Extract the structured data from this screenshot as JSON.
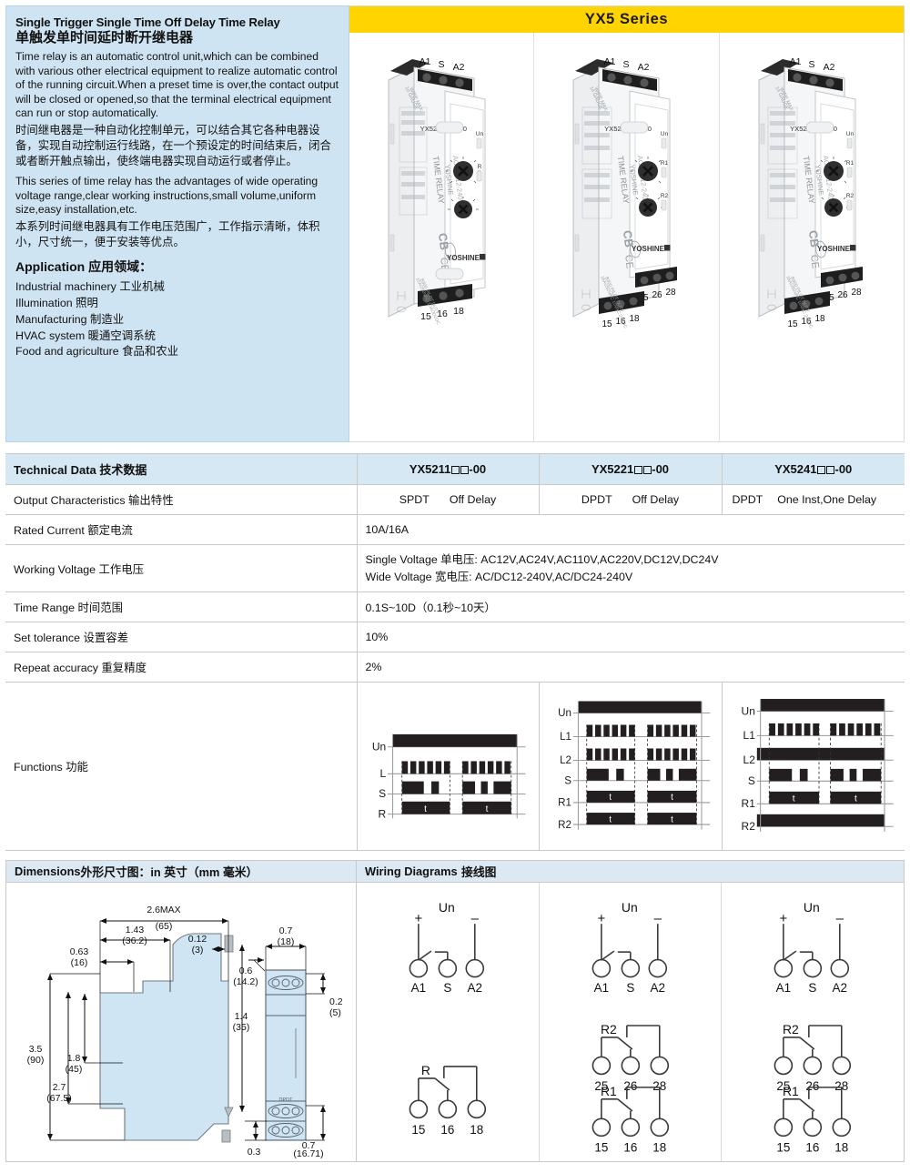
{
  "intro": {
    "title_en": "Single Trigger Single Time Off Delay Time Relay",
    "title_cn": "单触发单时间延时断开继电器",
    "para1_en": "Time relay is an automatic control unit,which can be combined with various other electrical equipment to realize automatic control of the running circuit.When a preset time is over,the contact output will be closed or opened,so that the terminal electrical equipment can run or stop automatically.",
    "para1_cn": "时间继电器是一种自动化控制单元，可以结合其它各种电器设备，实现自动控制运行线路，在一个预设定的时间结束后，闭合或者断开触点输出，使终端电器实现自动运行或者停止。",
    "para2_en": "This series of time relay has the advantages of wide operating voltage range,clear working instructions,small volume,uniform size,easy installation,etc.",
    "para2_cn": "本系列时间继电器具有工作电压范围广，工作指示清晰，体积小，尺寸统一，便于安装等优点。",
    "application_heading": "Application 应用领域：",
    "applications": [
      "Industrial machinery 工业机械",
      "Illumination 照明",
      "Manufacturing 制造业",
      "HVAC system 暖通空调系统",
      "Food and agriculture 食品和农业"
    ]
  },
  "series": {
    "label": "YX5 Series",
    "banner_color": "#ffd400"
  },
  "products": [
    {
      "model": "YX5211H00-00",
      "brand": "YOSHINE",
      "side_text": "TIME RELAY",
      "voltage_text": "AC/DC 12-240V",
      "rating_text": "10A/250VAC 10A/30VDC",
      "duty_text": "B300 PILOT DUTY",
      "wire_text": "14 GAUGE WIRE MAX",
      "cert_text": "CB CE",
      "top_terminals": [
        "A1",
        "S",
        "A2"
      ],
      "bottom_terminals": [
        "15",
        "16",
        "18"
      ],
      "mid_terminals": [],
      "leds": [
        "Un",
        "R"
      ]
    },
    {
      "model": "YX5221H00-00",
      "brand": "YOSHINE",
      "side_text": "TIME RELAY",
      "voltage_text": "AC/DC 12-240V",
      "rating_text": "16A/250VAC 10VAC 24VDC",
      "duty_text": "B300 PILOT DUTY",
      "wire_text": "14 GAUGE WIRE MAX",
      "cert_text": "CB CE",
      "top_terminals": [
        "A1",
        "S",
        "A2"
      ],
      "bottom_terminals": [
        "15",
        "16",
        "18"
      ],
      "mid_terminals": [
        "25",
        "26",
        "28"
      ],
      "leds": [
        "Un",
        "R1",
        "R2"
      ]
    },
    {
      "model": "YX5241H00-00",
      "brand": "YOSHINE",
      "side_text": "TIME RELAY",
      "voltage_text": "AC/DC 12-240V",
      "rating_text": "16A/250VAC 10VAC 24VDC",
      "duty_text": "B300 PILOT DUTY",
      "wire_text": "14 GAUGE WIRE MAX",
      "cert_text": "CB CE",
      "top_terminals": [
        "A1",
        "S",
        "A2"
      ],
      "bottom_terminals": [
        "15",
        "16",
        "18"
      ],
      "mid_terminals": [
        "25",
        "26",
        "28"
      ],
      "leds": [
        "Un",
        "R1",
        "R2"
      ]
    }
  ],
  "tech_table": {
    "header": {
      "caption": "Technical Data 技术数据",
      "models": [
        {
          "prefix": "YX5211",
          "suffix": "-00"
        },
        {
          "prefix": "YX5221",
          "suffix": "-00"
        },
        {
          "prefix": "YX5241",
          "suffix": "-00"
        }
      ]
    },
    "rows": [
      {
        "label": "Output Characteristics 输出特性",
        "type": "percol",
        "cells": [
          {
            "a": "SPDT",
            "b": "Off Delay"
          },
          {
            "a": "DPDT",
            "b": "Off Delay"
          },
          {
            "a": "DPDT",
            "b": "One Inst,One Delay"
          }
        ]
      },
      {
        "label": "Rated Current 额定电流",
        "type": "span",
        "value": "10A/16A"
      },
      {
        "label": "Working Voltage 工作电压",
        "type": "span2",
        "line1": "Single Voltage 单电压: AC12V,AC24V,AC110V,AC220V,DC12V,DC24V",
        "line2": "Wide Voltage 宽电压: AC/DC12-240V,AC/DC24-240V"
      },
      {
        "label": "Time Range 时间范围",
        "type": "span",
        "value": "0.1S~10D（0.1秒~10天）"
      },
      {
        "label": "Set tolerance 设置容差",
        "type": "span",
        "value": "10%"
      },
      {
        "label": "Repeat accuracy 重复精度",
        "type": "span",
        "value": "2%"
      }
    ],
    "functions_label": "Functions 功能"
  },
  "timing_diagrams": [
    {
      "for_model": "YX5211",
      "signals": [
        "Un",
        "L",
        "S",
        "R"
      ],
      "delay_mark": "t"
    },
    {
      "for_model": "YX5221",
      "signals": [
        "Un",
        "L1",
        "L2",
        "S",
        "R1",
        "R2"
      ],
      "delay_mark": "t"
    },
    {
      "for_model": "YX5241",
      "signals": [
        "Un",
        "L1",
        "L2",
        "S",
        "R1",
        "R2"
      ],
      "delay_mark": "t"
    }
  ],
  "dimensions": {
    "heading_bold": "Dimensions",
    "heading_rest": "外形尺寸图：in 英寸（mm 毫米）",
    "callouts": [
      {
        "in": "2.6MAX",
        "mm": "(65)"
      },
      {
        "in": "1.43",
        "mm": "(36.2)"
      },
      {
        "in": "0.63",
        "mm": "(16)"
      },
      {
        "in": "0.12",
        "mm": "(3)"
      },
      {
        "in": "0.7",
        "mm": "(18)"
      },
      {
        "in": "0.6",
        "mm": "(14.2)"
      },
      {
        "in": "0.2",
        "mm": "(5)"
      },
      {
        "in": "3.5",
        "mm": "(90)"
      },
      {
        "in": "1.8",
        "mm": "(45)"
      },
      {
        "in": "2.7",
        "mm": "(67.5)"
      },
      {
        "in": "1.4",
        "mm": "(35)"
      },
      {
        "in": "0.7",
        "mm": "(16.71)"
      },
      {
        "in": "0.3",
        "mm": ""
      }
    ],
    "front_label": "DPDT"
  },
  "wiring": {
    "heading_bold": "Wiring Diagrams",
    "heading_rest": "接线图",
    "columns": [
      {
        "supply": {
          "title": "Un",
          "plus": "+",
          "minus": "–",
          "terminals": [
            "A1",
            "S",
            "A2"
          ]
        },
        "contacts": [
          {
            "name": "R",
            "terminals": [
              "15",
              "16",
              "18"
            ]
          }
        ]
      },
      {
        "supply": {
          "title": "Un",
          "plus": "+",
          "minus": "–",
          "terminals": [
            "A1",
            "S",
            "A2"
          ]
        },
        "contacts": [
          {
            "name": "R2",
            "terminals": [
              "25",
              "26",
              "28"
            ]
          },
          {
            "name": "R1",
            "terminals": [
              "15",
              "16",
              "18"
            ]
          }
        ]
      },
      {
        "supply": {
          "title": "Un",
          "plus": "+",
          "minus": "–",
          "terminals": [
            "A1",
            "S",
            "A2"
          ]
        },
        "contacts": [
          {
            "name": "R2",
            "terminals": [
              "25",
              "26",
              "28"
            ]
          },
          {
            "name": "R1",
            "terminals": [
              "15",
              "16",
              "18"
            ]
          }
        ]
      }
    ]
  }
}
